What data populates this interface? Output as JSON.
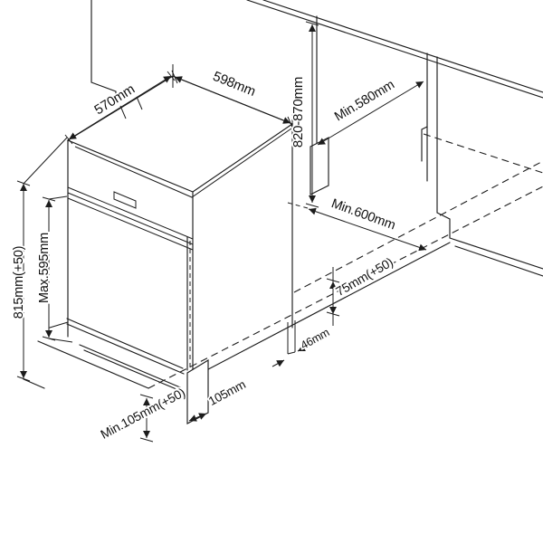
{
  "diagram": {
    "type": "dishwasher-installation-dimensions",
    "colors": {
      "line": "#1c1c1c",
      "background": "#ffffff"
    },
    "dimensions": {
      "machine_depth": "570mm",
      "machine_width": "598mm",
      "niche_height": "820-870mm",
      "niche_depth": "Min.580mm",
      "niche_width": "Min.600mm",
      "machine_height": "815mm(+50)",
      "furniture_door_max": "Max.595mm",
      "rear_foot_offset": "75mm(+50)",
      "front_foot_offset": "46mm",
      "plinth_clearance_min": "Min.105mm(+50)",
      "plinth_depth": "105mm"
    }
  }
}
